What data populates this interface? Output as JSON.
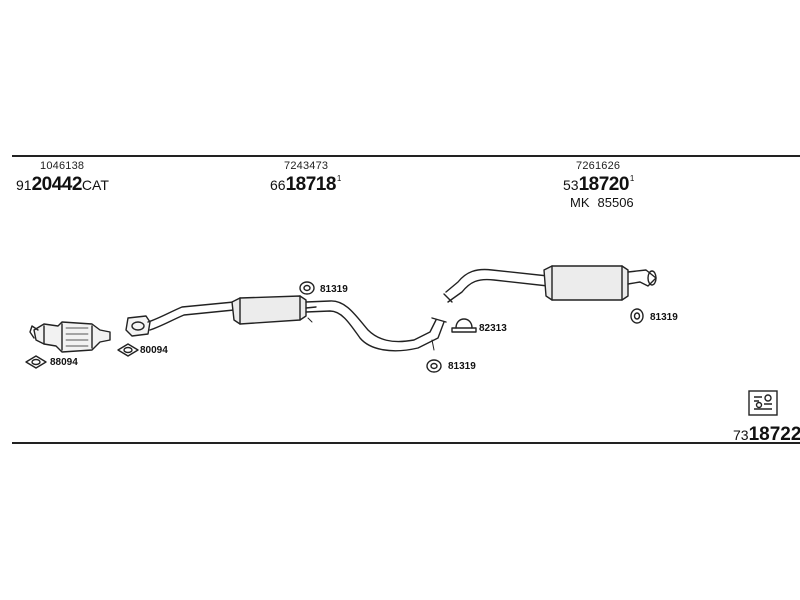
{
  "columns": [
    {
      "part_no": "1046138",
      "code_prefix": "91",
      "code_main": "20442",
      "code_suffix": "CAT",
      "code_sup": ""
    },
    {
      "part_no": "7243473",
      "code_prefix": "66",
      "code_main": "18718",
      "code_suffix": "",
      "code_sup": "1"
    },
    {
      "part_no": "7261626",
      "code_prefix": "53",
      "code_main": "18720",
      "code_suffix": "",
      "code_sup": "1"
    }
  ],
  "mk": {
    "label": "MK",
    "value": "85506"
  },
  "parts_labels": {
    "gasket_left": "88094",
    "gasket_second": "80094",
    "hanger_mid_top": "81319",
    "hanger_mid_bottom": "81319",
    "clamp": "82313",
    "hanger_rear": "81319"
  },
  "drawing": {
    "prefix": "73",
    "main": "18722"
  }
}
